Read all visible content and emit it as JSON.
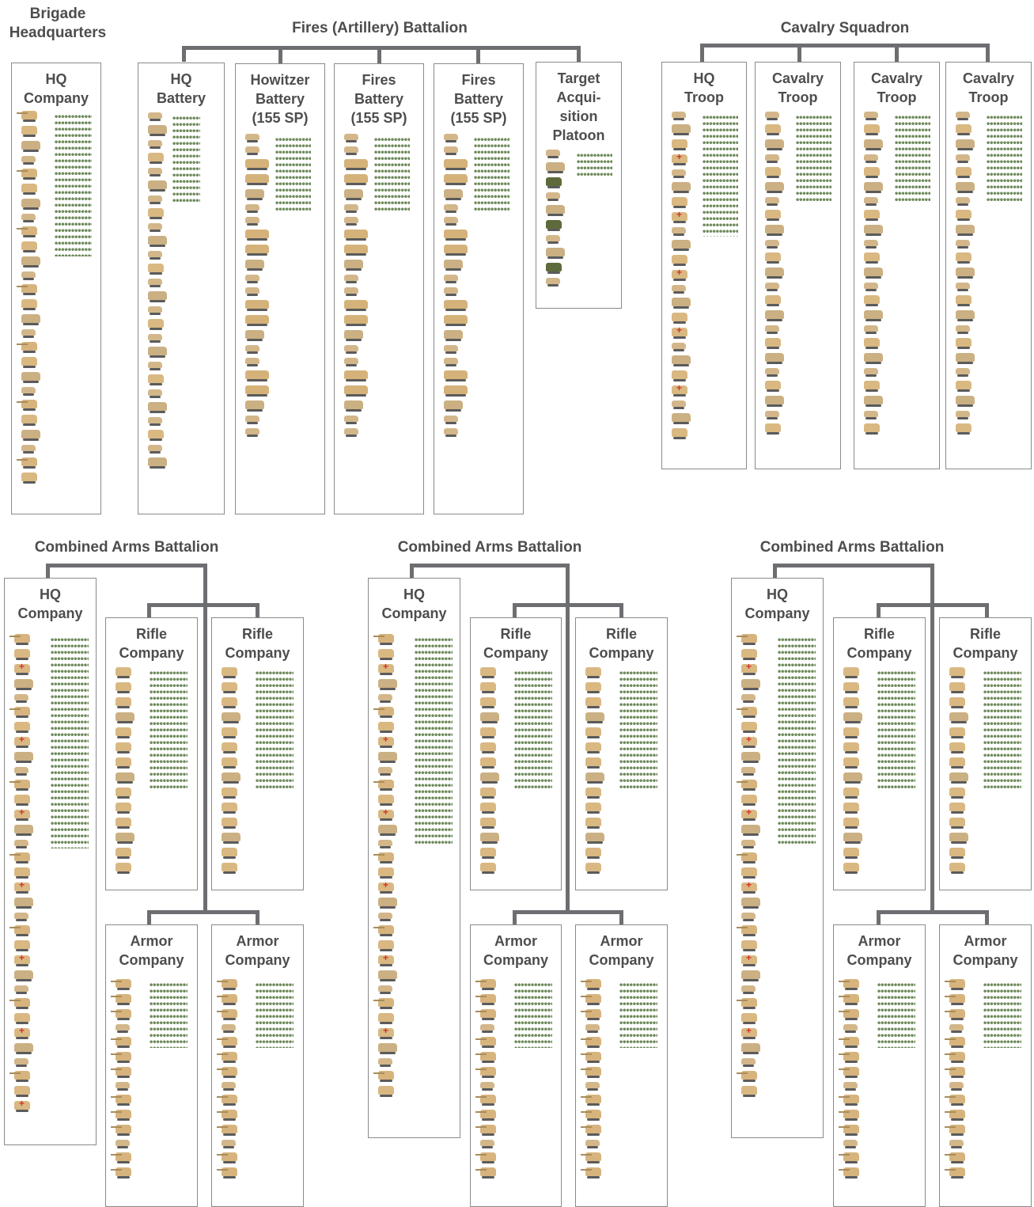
{
  "page": {
    "background": "#ffffff"
  },
  "colors": {
    "connector": "#6d6e71",
    "text": "#4d4d4f",
    "vehicle_tan": "#d7b47d",
    "troop_green": "#6e8a5b",
    "medic_cross": "#d8312a"
  },
  "icons": [
    "tank-icon",
    "infantry-fighting-vehicle-icon",
    "truck-icon",
    "utility-vehicle-icon",
    "self-propelled-howitzer-icon",
    "soldier-icon",
    "radar-vehicle-icon"
  ],
  "titles": {
    "brigade_hq": "Brigade\nHeadquarters",
    "fires": "Fires (Artillery) Battalion",
    "cavalry": "Cavalry Squadron",
    "cab1": "Combined Arms Battalion",
    "cab2": "Combined Arms Battalion",
    "cab3": "Combined Arms Battalion"
  },
  "units": {
    "brigade_hq_company": "HQ\nCompany",
    "fires_hq_battery": "HQ\nBattery",
    "fires_howitzer_battery": "Howitzer\nBattery\n(155 SP)",
    "fires_fires_battery_1": "Fires\nBattery\n(155 SP)",
    "fires_fires_battery_2": "Fires\nBattery\n(155 SP)",
    "fires_target_acquisition": "Target\nAcqui-\nsition\nPlatoon",
    "cav_hq_troop": "HQ\nTroop",
    "cav_troop_1": "Cavalry\nTroop",
    "cav_troop_2": "Cavalry\nTroop",
    "cav_troop_3": "Cavalry\nTroop",
    "cab1_hq": "HQ\nCompany",
    "cab1_rifle_1": "Rifle\nCompany",
    "cab1_rifle_2": "Rifle\nCompany",
    "cab1_armor_1": "Armor\nCompany",
    "cab1_armor_2": "Armor\nCompany",
    "cab2_hq": "HQ\nCompany",
    "cab2_rifle_1": "Rifle\nCompany",
    "cab2_rifle_2": "Rifle\nCompany",
    "cab2_armor_1": "Armor\nCompany",
    "cab2_armor_2": "Armor\nCompany",
    "cab3_hq": "HQ\nCompany",
    "cab3_rifle_1": "Rifle\nCompany",
    "cab3_rifle_2": "Rifle\nCompany",
    "cab3_armor_1": "Armor\nCompany",
    "cab3_armor_2": "Armor\nCompany"
  }
}
